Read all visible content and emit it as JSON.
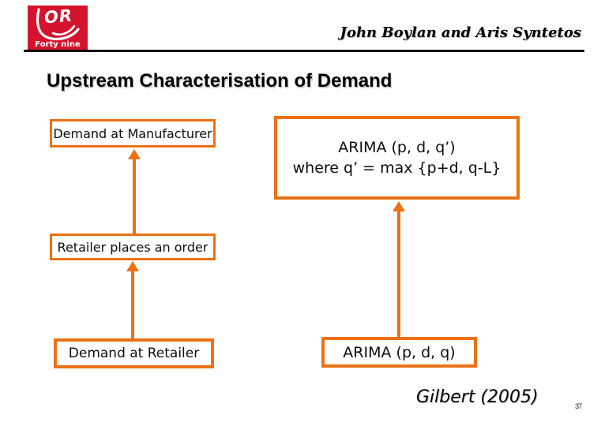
{
  "colors": {
    "accent": "#EB7114",
    "logo_red": "#D4132C"
  },
  "logo": {
    "or_text": "OR",
    "bottom_text": "Forty nine"
  },
  "header": {
    "authors": "John Boylan and Aris Syntetos"
  },
  "title": "Upstream Characterisation of Demand",
  "diagram": {
    "boxes": {
      "demand_manufacturer": "Demand at Manufacturer",
      "arima_upstream_line1": "ARIMA (p, d, q’)",
      "arima_upstream_line2": "where q’ = max {p+d, q-L}",
      "retailer_order": "Retailer places an order",
      "demand_retailer": "Demand at Retailer",
      "arima_retailer": "ARIMA (p, d, q)"
    }
  },
  "footer": {
    "citation": "Gilbert (2005)",
    "page_number": "37"
  }
}
